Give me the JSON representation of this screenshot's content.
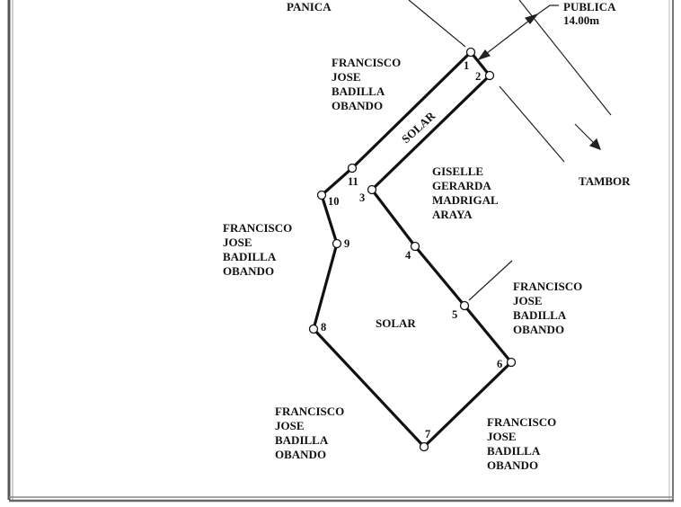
{
  "labels": {
    "panica": "PANICA",
    "publica": "PUBLICA",
    "width": "14.00m",
    "tambor": "TAMBOR",
    "solar_strip": "SOLAR",
    "solar_main": "SOLAR"
  },
  "owners": {
    "top": [
      "FRANCISCO",
      "JOSE",
      "BADILLA",
      "OBANDO"
    ],
    "left": [
      "FRANCISCO",
      "JOSE",
      "BADILLA",
      "OBANDO"
    ],
    "right": [
      "FRANCISCO",
      "JOSE",
      "BADILLA",
      "OBANDO"
    ],
    "bottom_left": [
      "FRANCISCO",
      "JOSE",
      "BADILLA",
      "OBANDO"
    ],
    "bottom_right": [
      "FRANCISCO",
      "JOSE",
      "BADILLA",
      "OBANDO"
    ],
    "center": [
      "GISELLE",
      "GERARDA",
      "MADRIGAL",
      "ARAYA"
    ]
  },
  "vertices": [
    "1",
    "2",
    "3",
    "4",
    "5",
    "6",
    "7",
    "8",
    "9",
    "10",
    "11"
  ]
}
